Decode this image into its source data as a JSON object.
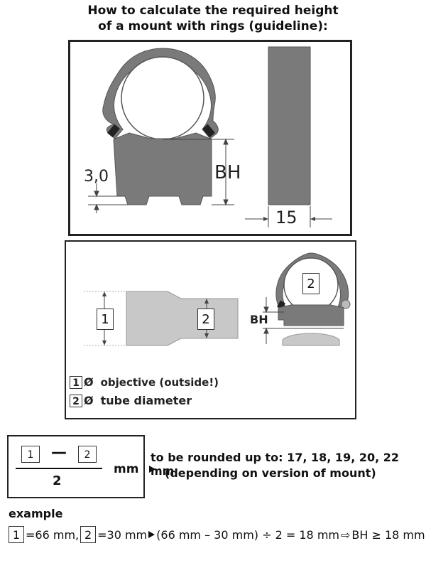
{
  "title": {
    "line1": "How to calculate the required height",
    "line2": "of a mount with rings (guideline):"
  },
  "top_diagram": {
    "label_left": "3,0",
    "label_bh": "BH",
    "label_width": "15"
  },
  "middle_diagram": {
    "marker1": "1",
    "marker2": "2",
    "ring_marker": "2",
    "label_bh": "BH"
  },
  "legend": [
    {
      "num": "1",
      "symbol": "Ø",
      "text": "objective (outside!)"
    },
    {
      "num": "2",
      "symbol": "Ø",
      "text": "tube diameter"
    }
  ],
  "formula": {
    "num1": "1",
    "minus": "—",
    "num2": "2",
    "denominator": "2",
    "unit": "mm",
    "note_line1": "to be rounded up to: 17, 18, 19, 20, 22 mm",
    "note_line2": "(depending on version of mount)"
  },
  "example": {
    "heading": "example",
    "num1": "1",
    "val1": "=66 mm,",
    "num2": "2",
    "val2": "=30 mm",
    "calc": "(66 mm – 30 mm) ÷ 2 = 18 mm",
    "result_arrow": "⇨",
    "result": "BH ≥ 18 mm"
  },
  "colors": {
    "ring_gray": "#7a7a7a",
    "light_gray": "#c8c8c8",
    "border": "#222222"
  }
}
